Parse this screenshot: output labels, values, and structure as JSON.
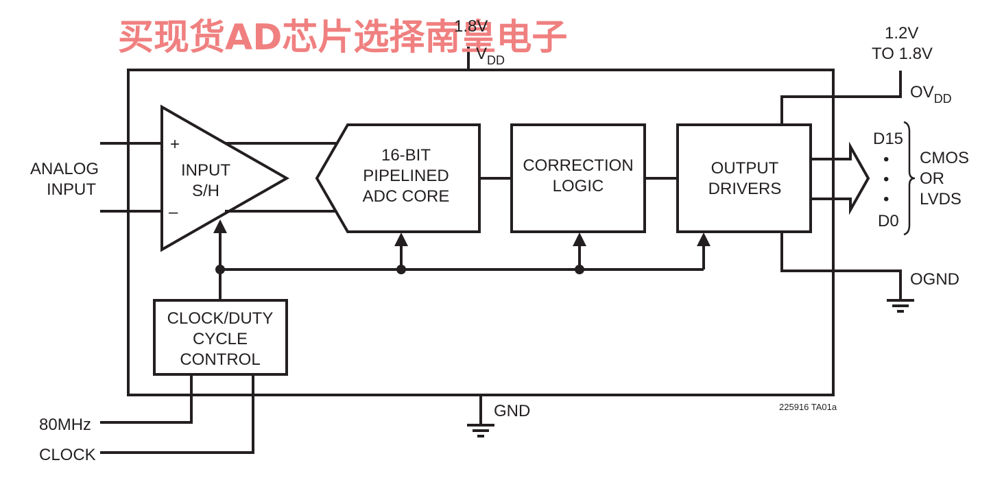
{
  "watermark": "买现货AD芯片选择南皇电子",
  "supply": {
    "vdd_voltage": "1.8V",
    "vdd_label": "V",
    "vdd_sub": "DD",
    "ovdd_voltage_line1": "1.2V",
    "ovdd_voltage_line2": "TO 1.8V",
    "ovdd_label": "OV",
    "ovdd_sub": "DD",
    "gnd_label": "GND",
    "ognd_label": "OGND"
  },
  "inputs": {
    "analog_line1": "ANALOG",
    "analog_line2": "INPUT",
    "plus": "+",
    "minus": "–",
    "clock_line1": "80MHz",
    "clock_line2": "CLOCK"
  },
  "blocks": {
    "sh_line1": "INPUT",
    "sh_line2": "S/H",
    "adc_line1": "16-BIT",
    "adc_line2": "PIPELINED",
    "adc_line3": "ADC CORE",
    "corr_line1": "CORRECTION",
    "corr_line2": "LOGIC",
    "out_line1": "OUTPUT",
    "out_line2": "DRIVERS",
    "clk_line1": "CLOCK/DUTY",
    "clk_line2": "CYCLE",
    "clk_line3": "CONTROL"
  },
  "outputs": {
    "msb": "D15",
    "dot": "•",
    "lsb": "D0",
    "mode_line1": "CMOS",
    "mode_line2": "OR",
    "mode_line3": "LVDS"
  },
  "figure_id": "225916 TA01a"
}
